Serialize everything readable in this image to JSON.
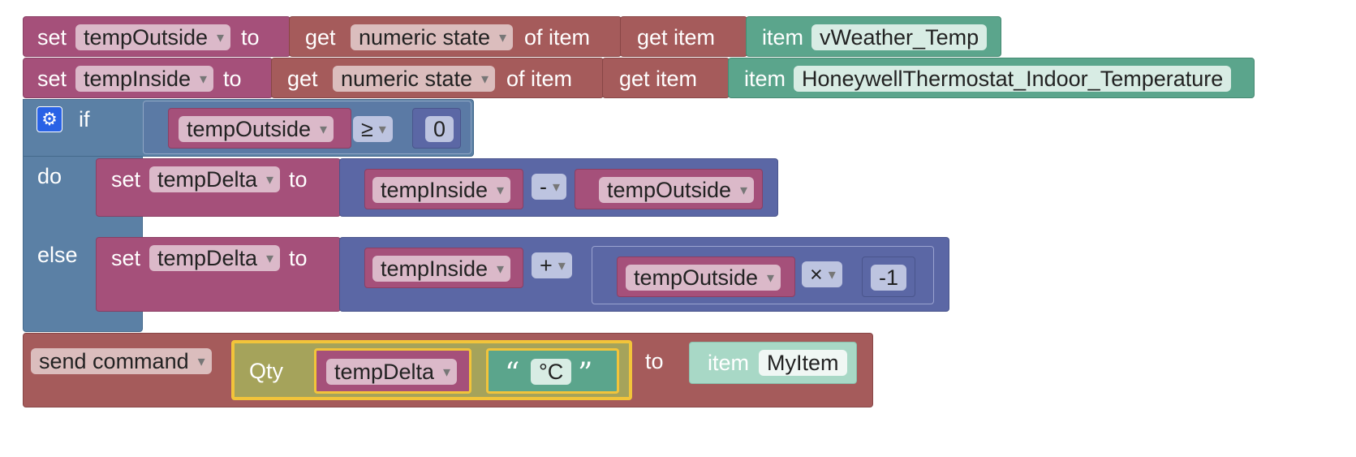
{
  "colors": {
    "variables": "#a5507a",
    "items": "#a55b5b",
    "item_value": "#5ba58c",
    "logic": "#5b80a5",
    "math": "#5b67a5",
    "qty_border": "#f2c43a"
  },
  "row1": {
    "set": "set",
    "var": "tempOutside",
    "to": "to",
    "get": "get",
    "state": "numeric state",
    "of_item": "of item",
    "get_item": "get item",
    "item": "item",
    "item_name": "vWeather_Temp"
  },
  "row2": {
    "set": "set",
    "var": "tempInside",
    "to": "to",
    "get": "get",
    "state": "numeric state",
    "of_item": "of item",
    "get_item": "get item",
    "item": "item",
    "item_name": "HoneywellThermostat_Indoor_Temperature"
  },
  "ifblock": {
    "if": "if",
    "do": "do",
    "else": "else",
    "cond_var": "tempOutside",
    "cond_op": "≥",
    "cond_val": "0",
    "gear_icon": "gear-icon"
  },
  "do_stmt": {
    "set": "set",
    "var": "tempDelta",
    "to": "to",
    "a": "tempInside",
    "op": "-",
    "b": "tempOutside"
  },
  "else_stmt": {
    "set": "set",
    "var": "tempDelta",
    "to": "to",
    "a": "tempInside",
    "op": "+",
    "b": "tempOutside",
    "op2": "×",
    "c": "-1"
  },
  "send": {
    "action": "send command",
    "qty": "Qty",
    "var": "tempDelta",
    "unit": "°C",
    "to": "to",
    "item": "item",
    "item_name": "MyItem"
  }
}
